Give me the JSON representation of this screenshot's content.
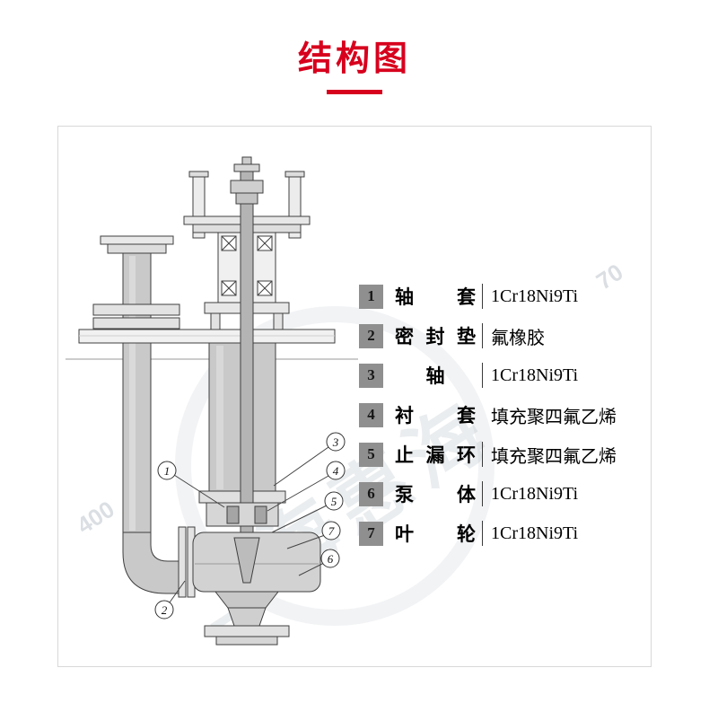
{
  "page": {
    "title": "结构图"
  },
  "colors": {
    "accent_red": "#d7001d",
    "badge_gray": "#8f8f8f"
  },
  "watermark": {
    "brand": "上海惠海",
    "digits_left": "400",
    "digits_right": "70"
  },
  "parts_table": {
    "rows": [
      {
        "num": "1",
        "name": "轴套",
        "material": "1Cr18Ni9Ti",
        "divider": true
      },
      {
        "num": "2",
        "name": "密封垫",
        "material": "氟橡胶",
        "divider": true
      },
      {
        "num": "3",
        "name": "轴",
        "material": "1Cr18Ni9Ti",
        "divider": true
      },
      {
        "num": "4",
        "name": "衬套",
        "material": "填充聚四氟乙烯",
        "divider": false
      },
      {
        "num": "5",
        "name": "止漏环",
        "material": "填充聚四氟乙烯",
        "divider": true
      },
      {
        "num": "6",
        "name": "泵体",
        "material": "1Cr18Ni9Ti",
        "divider": true
      },
      {
        "num": "7",
        "name": "叶轮",
        "material": "1Cr18Ni9Ti",
        "divider": true
      }
    ]
  },
  "diagram": {
    "callouts": [
      "1",
      "2",
      "3",
      "4",
      "5",
      "6",
      "7"
    ]
  }
}
